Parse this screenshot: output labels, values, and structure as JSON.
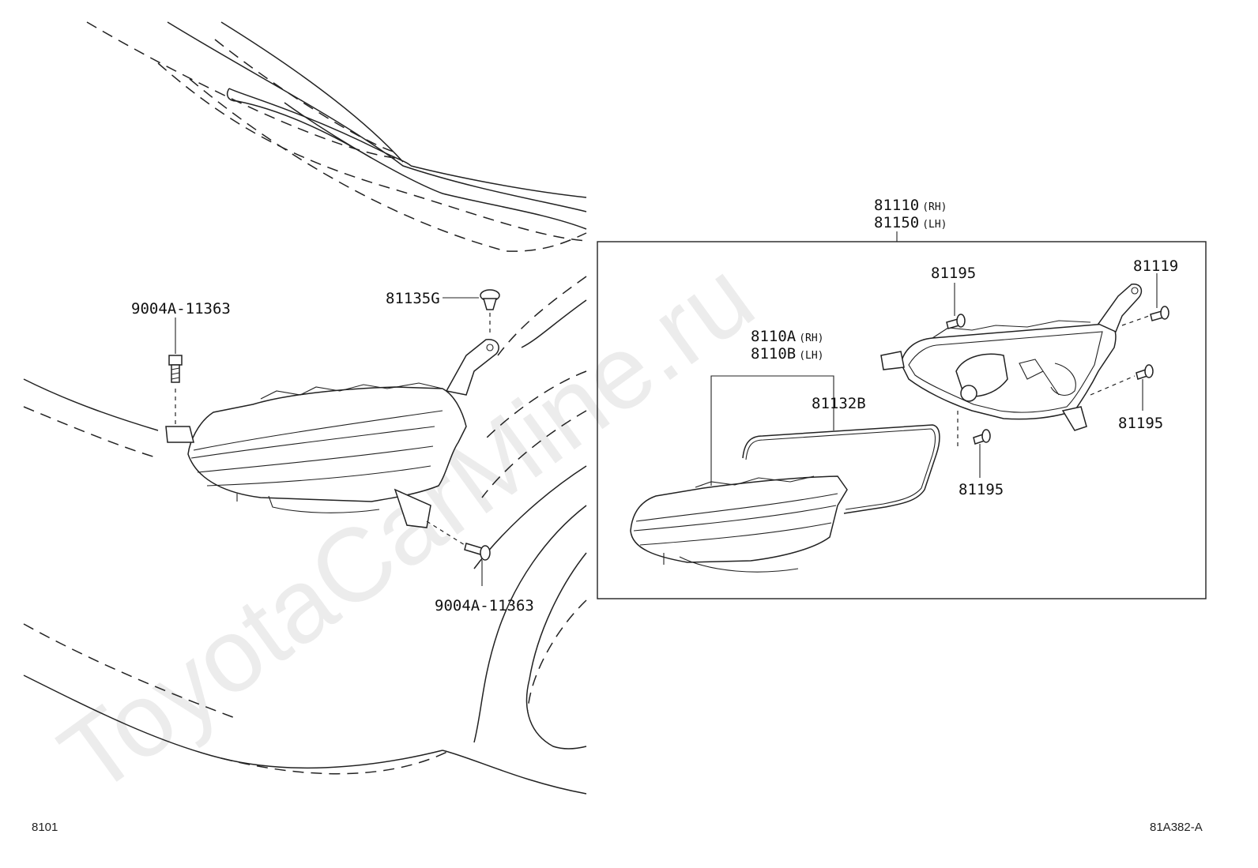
{
  "watermark": "ToyotaCarMine.ru",
  "footer": {
    "page_code": "8101",
    "figure_code": "81A382-A"
  },
  "callouts": {
    "bolt_upper_left": "9004A-11363",
    "clip_top": "81135G",
    "bolt_lower": "9004A-11363",
    "assy_rh": "81110",
    "assy_rh_side": "(RH)",
    "assy_lh": "81150",
    "assy_lh_side": "(LH)",
    "lens_rh": "8110A",
    "lens_rh_side": "(RH)",
    "lens_lh": "8110B",
    "lens_lh_side": "(LH)",
    "gasket": "81132B",
    "screw_top": "81195",
    "screw_right": "81195",
    "screw_bottom": "81195",
    "bracket": "81119"
  }
}
